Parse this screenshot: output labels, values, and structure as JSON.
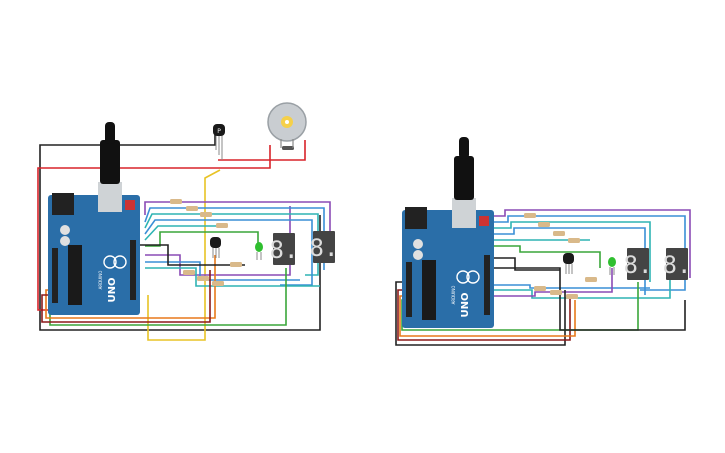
{
  "circuits": [
    {
      "board": {
        "brand": "UNO",
        "maker": "ARDUINO"
      },
      "transistor_label": "P",
      "has_motor": true,
      "display_digit": "8."
    },
    {
      "board": {
        "brand": "UNO",
        "maker": "ARDUINO"
      },
      "display_digit": "8.",
      "has_motor": false
    }
  ],
  "colors": {
    "board": "#2a6ea8",
    "board_dark": "#1d4f7c",
    "wire_red": "#d8232a",
    "wire_black": "#222222",
    "wire_green": "#3aa63a",
    "wire_blue": "#3a8fd6",
    "wire_purple": "#8a4bb5",
    "wire_yellow": "#e8c325",
    "wire_orange": "#e8791b",
    "wire_teal": "#2fb4b4",
    "display": "#444444",
    "led": "#2fbf2f"
  }
}
